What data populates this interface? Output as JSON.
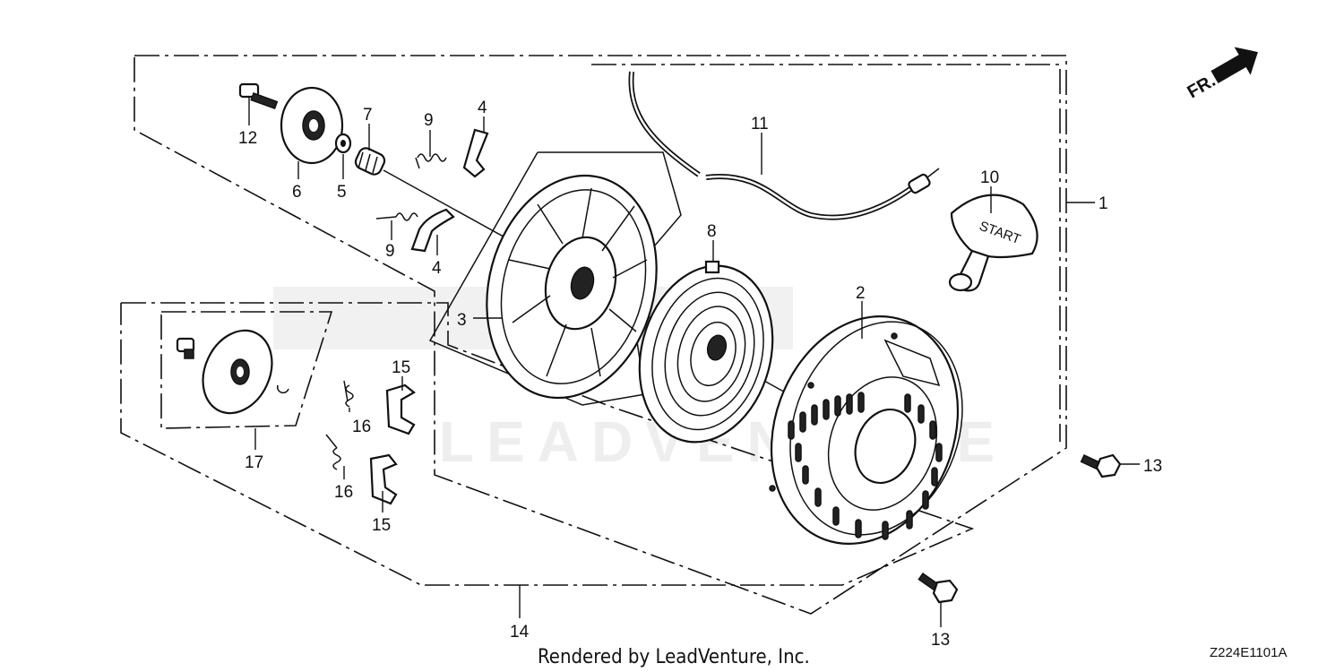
{
  "callouts": {
    "c1": "1",
    "c2": "2",
    "c3": "3",
    "c4a": "4",
    "c4b": "4",
    "c5": "5",
    "c6": "6",
    "c7": "7",
    "c8": "8",
    "c9a": "9",
    "c9b": "9",
    "c10": "10",
    "c11": "11",
    "c12": "12",
    "c13a": "13",
    "c13b": "13",
    "c14": "14",
    "c15a": "15",
    "c15b": "15",
    "c16a": "16",
    "c16b": "16",
    "c17": "17"
  },
  "handle_text": "START",
  "direction_label": "FR.",
  "watermark": "LEADVENTURE",
  "footer_text": "Rendered by LeadVenture, Inc.",
  "diagram_code": "Z224E1101A",
  "colors": {
    "line": "#111111",
    "background": "#ffffff",
    "watermark": "#eeeeee"
  },
  "icons": [
    "direction-arrow-icon",
    "pulley-icon",
    "spring-icon",
    "cover-icon",
    "bolt-icon",
    "handle-icon"
  ]
}
